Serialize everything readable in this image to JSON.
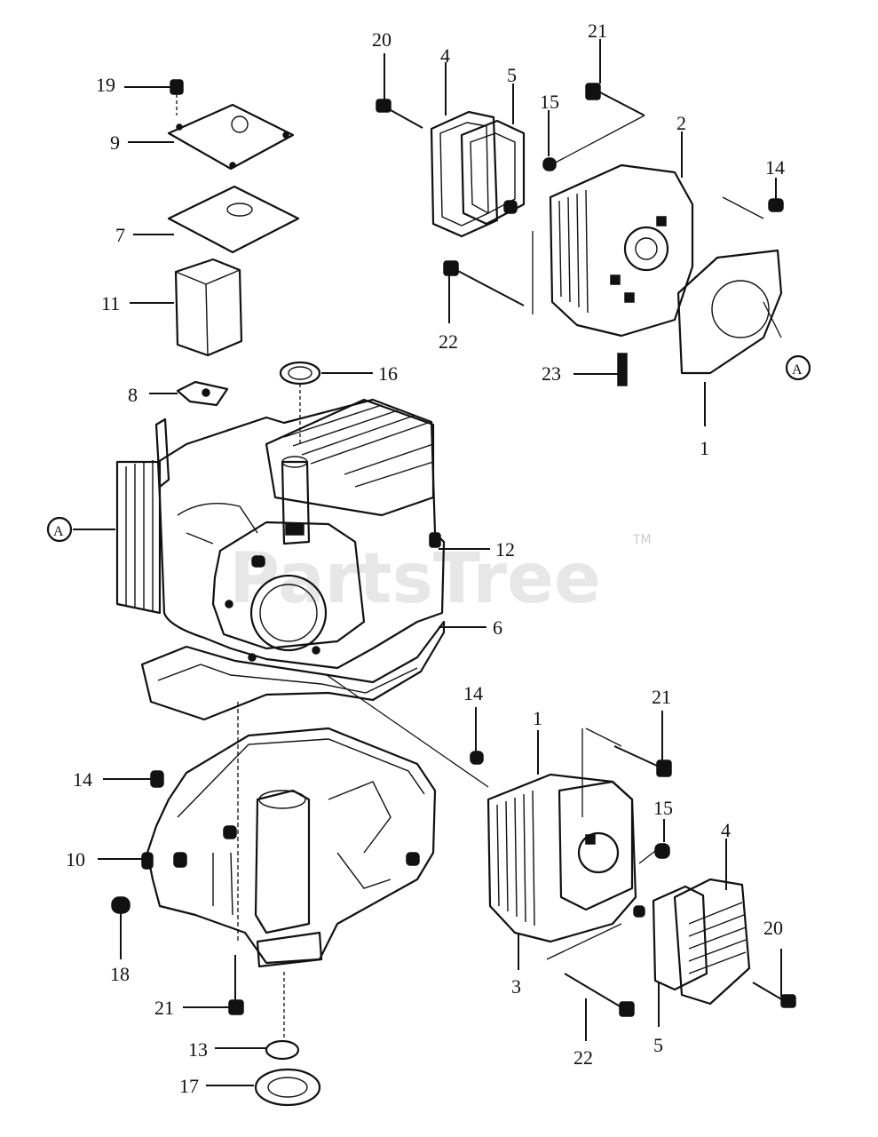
{
  "watermark": {
    "text": "PartsTree",
    "tm": "TM"
  },
  "ref_marker": "A",
  "callouts": {
    "c19": "19",
    "c9": "9",
    "c7": "7",
    "c11": "11",
    "c8": "8",
    "c16": "16",
    "c20a": "20",
    "c4a": "4",
    "c5a": "5",
    "c21a": "21",
    "c15a": "15",
    "c2": "2",
    "c14a": "14",
    "c22a": "22",
    "c23": "23",
    "c1a": "1",
    "c12": "12",
    "c6": "6",
    "c14b": "14",
    "c1b": "1",
    "c21b": "21",
    "c14c": "14",
    "c10": "10",
    "c15b": "15",
    "c4b": "4",
    "c18": "18",
    "c20b": "20",
    "c3": "3",
    "c21c": "21",
    "c13": "13",
    "c22b": "22",
    "c5b": "5",
    "c17": "17"
  }
}
